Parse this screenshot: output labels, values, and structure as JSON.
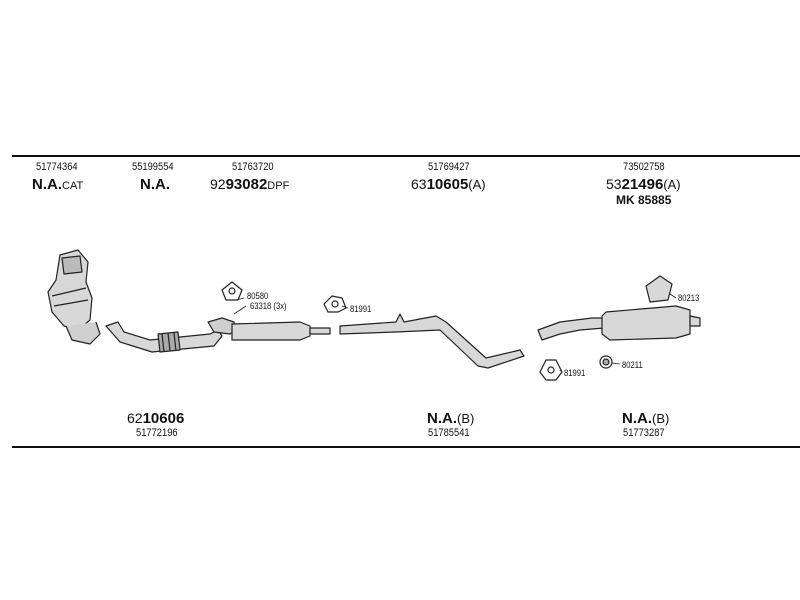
{
  "top_row": [
    {
      "oe": "51774364",
      "pre": "",
      "bold": "N.A.",
      "suf": "CAT"
    },
    {
      "oe": "55199554",
      "pre": "",
      "bold": "N.A.",
      "suf": ""
    },
    {
      "oe": "51763720",
      "pre": "92",
      "bold": "93082",
      "suf": "DPF"
    },
    {
      "oe": "51769427",
      "pre": "63",
      "bold": "10605",
      "suf": "(A)"
    },
    {
      "oe": "73502758",
      "pre": "53",
      "bold": "21496",
      "suf": "(A)"
    }
  ],
  "mk_label": "MK 85885",
  "bottom_row": [
    {
      "pre": "62",
      "bold": "10606",
      "suf": "",
      "oe": "51772196"
    },
    {
      "pre": "",
      "bold": "N.A.",
      "suf": "(B)",
      "oe": "51785541"
    },
    {
      "pre": "",
      "bold": "N.A.",
      "suf": "(B)",
      "oe": "51773287"
    }
  ],
  "callouts": {
    "c80580": "80580",
    "c63318": "63318 (3x)",
    "c81991a": "81991",
    "c80213": "80213",
    "c81991b": "81991",
    "c80211": "80211"
  }
}
